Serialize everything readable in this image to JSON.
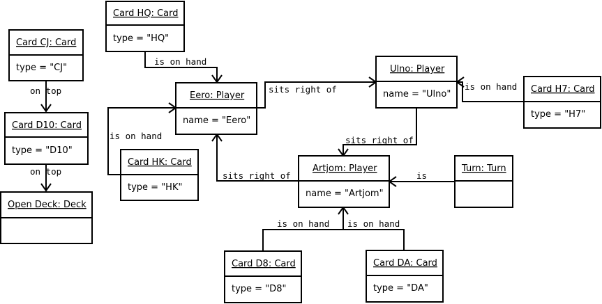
{
  "objects": {
    "card_hq": {
      "title": "Card HQ: Card",
      "attr": "type = \"HQ\""
    },
    "card_cj": {
      "title": "Card CJ: Card",
      "attr": "type = \"CJ\""
    },
    "card_d10": {
      "title": "Card D10: Card",
      "attr": "type = \"D10\""
    },
    "open_deck": {
      "title": "Open Deck: Deck",
      "attr": ""
    },
    "eero": {
      "title": "Eero: Player",
      "attr": "name = \"Eero\""
    },
    "card_hk": {
      "title": "Card HK: Card",
      "attr": "type = \"HK\""
    },
    "ulno": {
      "title": "Ulno: Player",
      "attr": "name = \"Ulno\""
    },
    "card_h7": {
      "title": "Card H7: Card",
      "attr": "type = \"H7\""
    },
    "artjom": {
      "title": "Artjom: Player",
      "attr": "name = \"Artjom\""
    },
    "turn": {
      "title": "Turn: Turn",
      "attr": ""
    },
    "card_d8": {
      "title": "Card D8: Card",
      "attr": "type = \"D8\""
    },
    "card_da": {
      "title": "Card DA: Card",
      "attr": "type = \"DA\""
    }
  },
  "edges": {
    "hq_eero": "is on hand",
    "cj_d10": "on top",
    "d10_deck": "on top",
    "eero_ulno": "sits right of",
    "h7_ulno": "is on hand",
    "hk_eero": "is on hand",
    "ulno_artjom": "sits right of",
    "artjom_eero": "sits right of",
    "turn_artjom": "is",
    "d8_artjom": "is on hand",
    "da_artjom": "is on hand"
  }
}
